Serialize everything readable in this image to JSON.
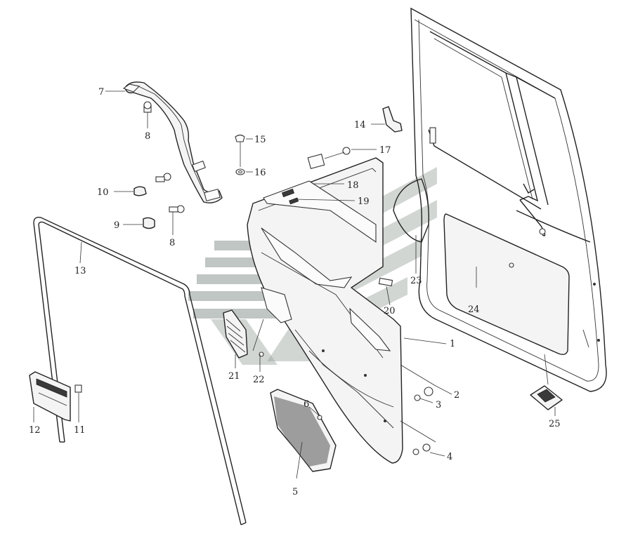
{
  "figure": {
    "callouts": [
      "1",
      "2",
      "3",
      "4",
      "5",
      "6",
      "7",
      "8",
      "8",
      "9",
      "10",
      "11",
      "12",
      "13",
      "14",
      "15",
      "16",
      "17",
      "18",
      "19",
      "20",
      "21",
      "22",
      "23",
      "24",
      "25"
    ]
  },
  "colors": {
    "line": "#222222",
    "watermark": "#9aa39e",
    "background": "#ffffff"
  }
}
